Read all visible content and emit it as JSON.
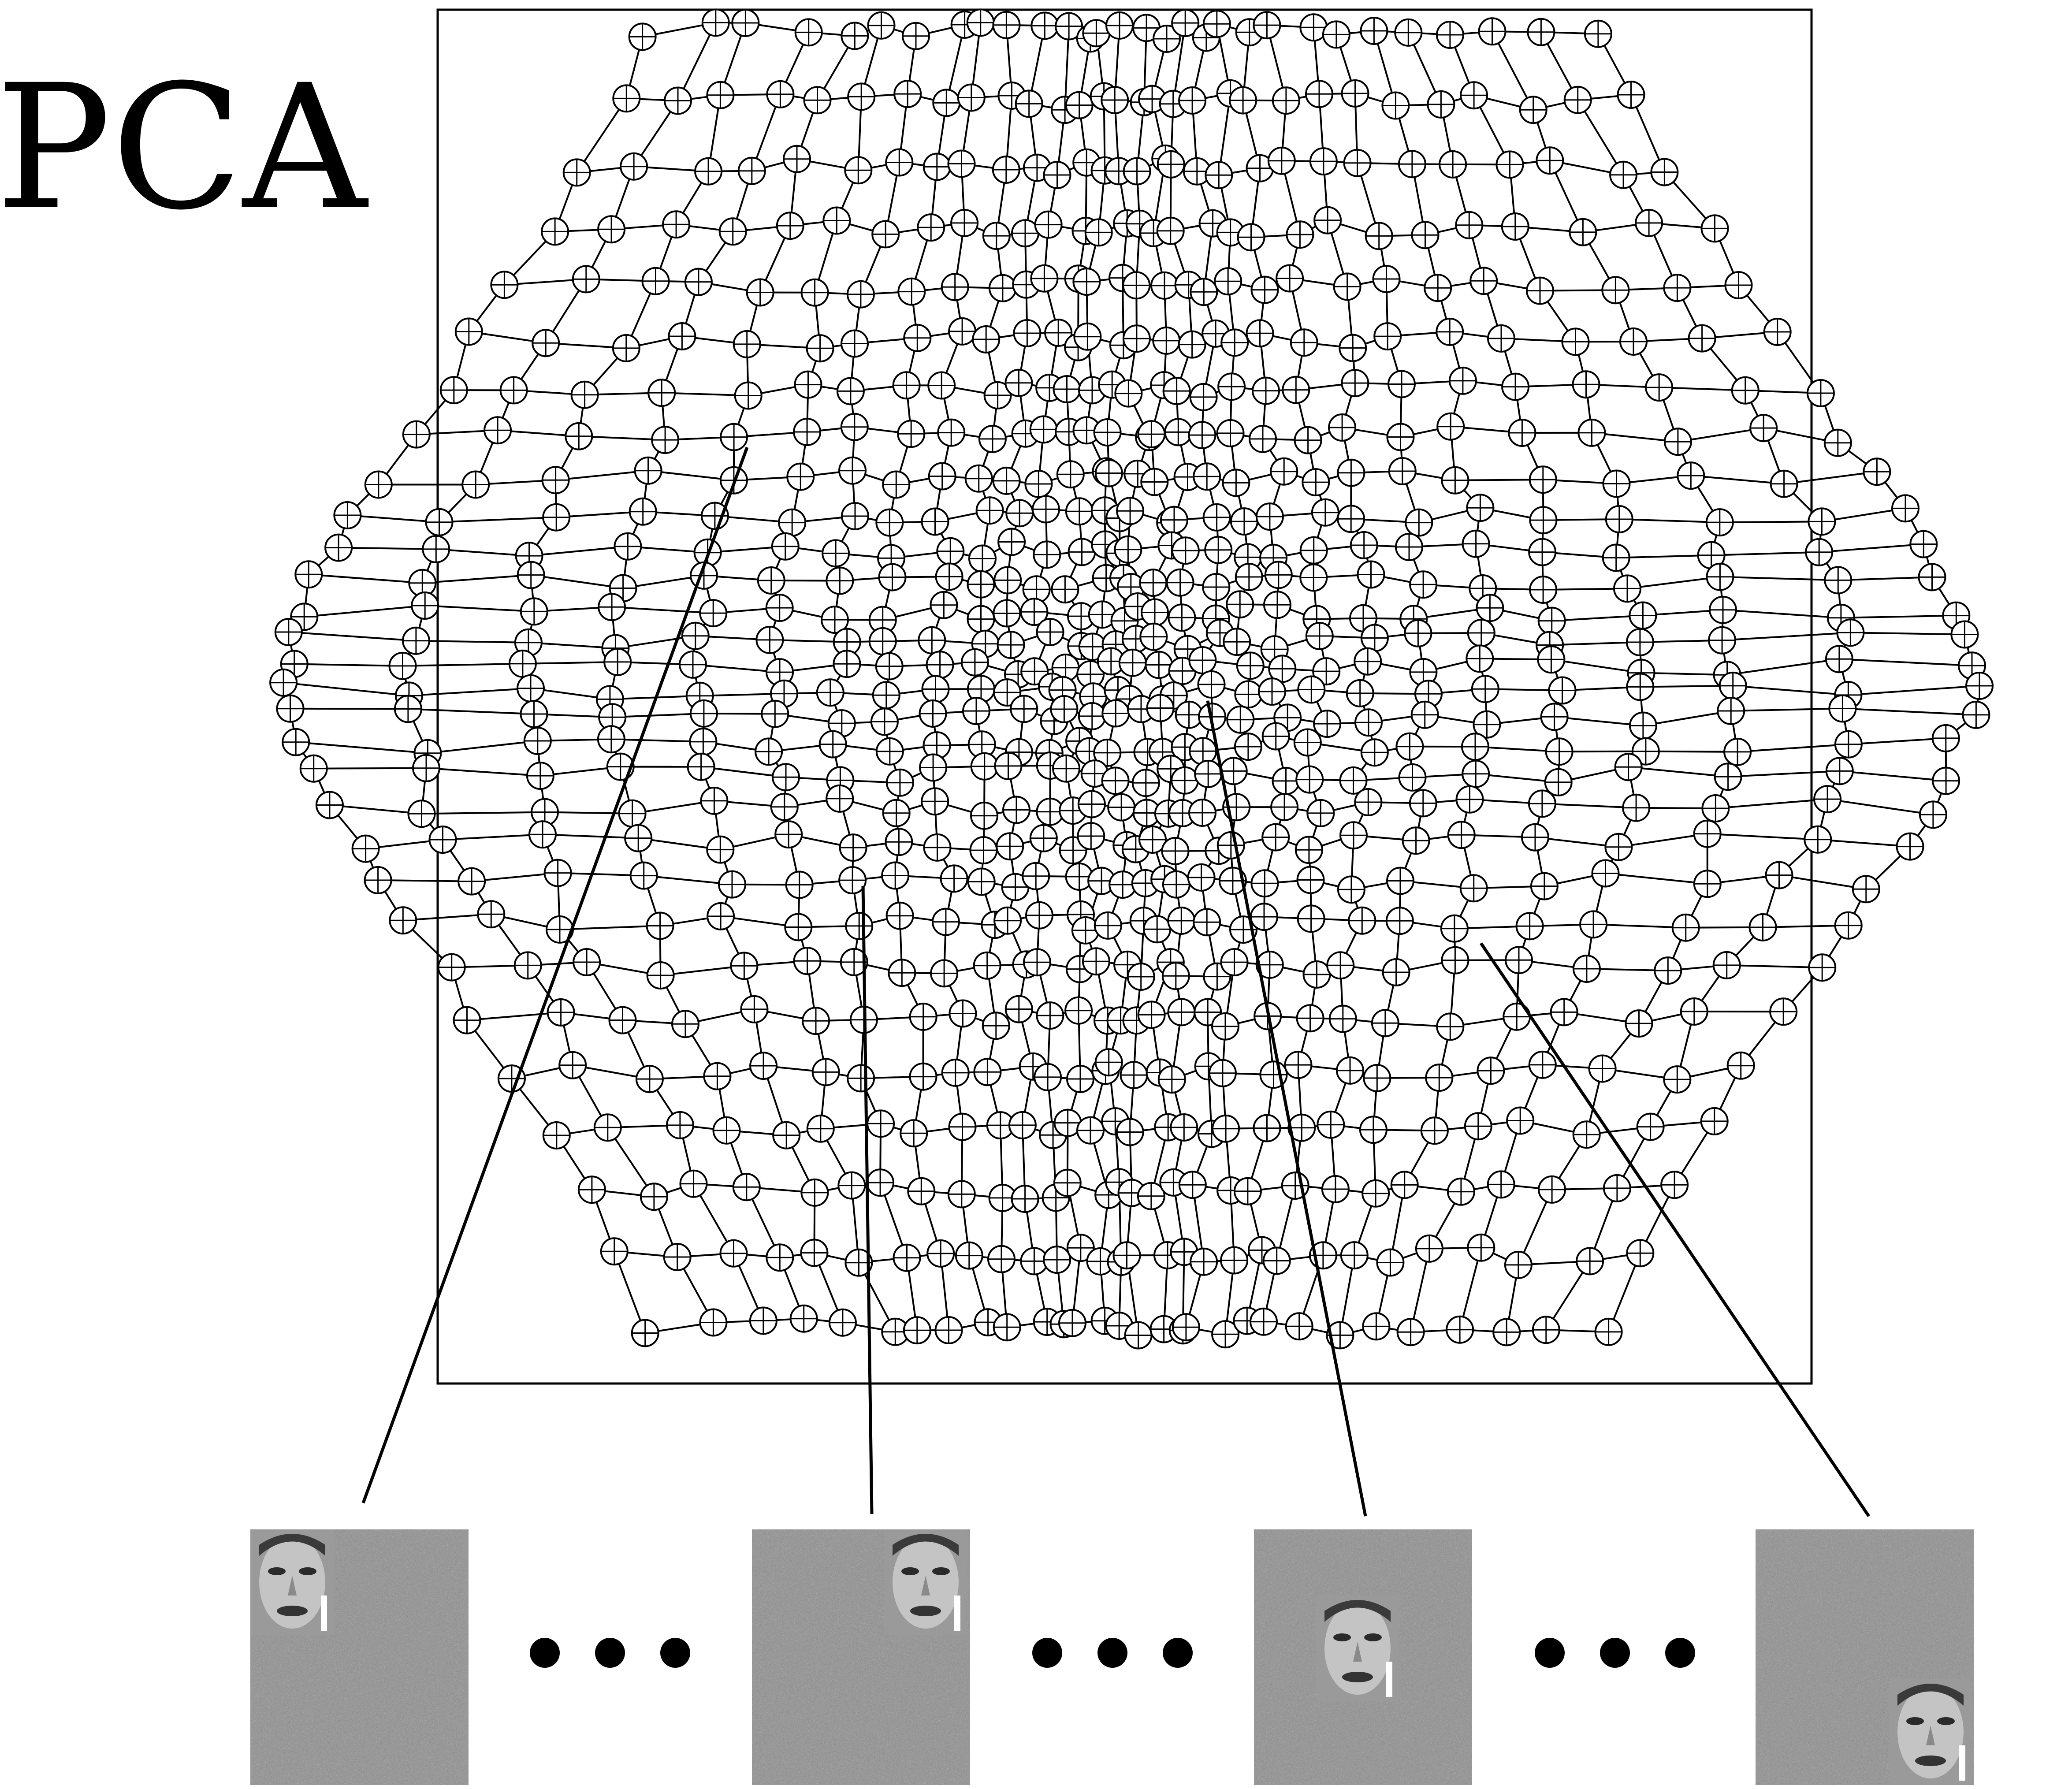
{
  "title": "PCA",
  "thumbnails": [
    {
      "face_position": "top-left"
    },
    {
      "face_position": "top-right"
    },
    {
      "face_position": "center"
    },
    {
      "face_position": "bottom-right"
    }
  ],
  "ellipsis_glyph": "•••",
  "colors": {
    "ink": "#000000",
    "background": "#ffffff",
    "noise": "#8a8a8a",
    "skin": "#bdbdbd"
  }
}
